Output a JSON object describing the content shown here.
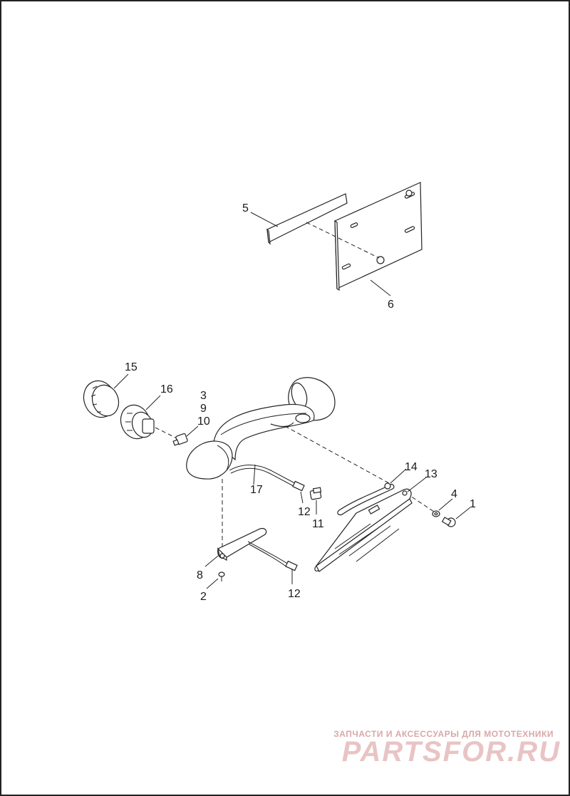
{
  "callouts": {
    "c1": "1",
    "c2": "2",
    "c3": "3",
    "c4": "4",
    "c5": "5",
    "c6": "6",
    "c8": "8",
    "c9": "9",
    "c10": "10",
    "c11": "11",
    "c12a": "12",
    "c12b": "12",
    "c13": "13",
    "c14": "14",
    "c15": "15",
    "c16": "16",
    "c17": "17"
  },
  "watermark": {
    "subtitle": "ЗАПЧАСТИ И АКСЕССУАРЫ ДЛЯ МОТОТЕХНИКИ",
    "brand": "PARTSFOR.RU",
    "color": "#e9c4c4"
  },
  "colors": {
    "line": "#222222",
    "background": "#ffffff"
  }
}
